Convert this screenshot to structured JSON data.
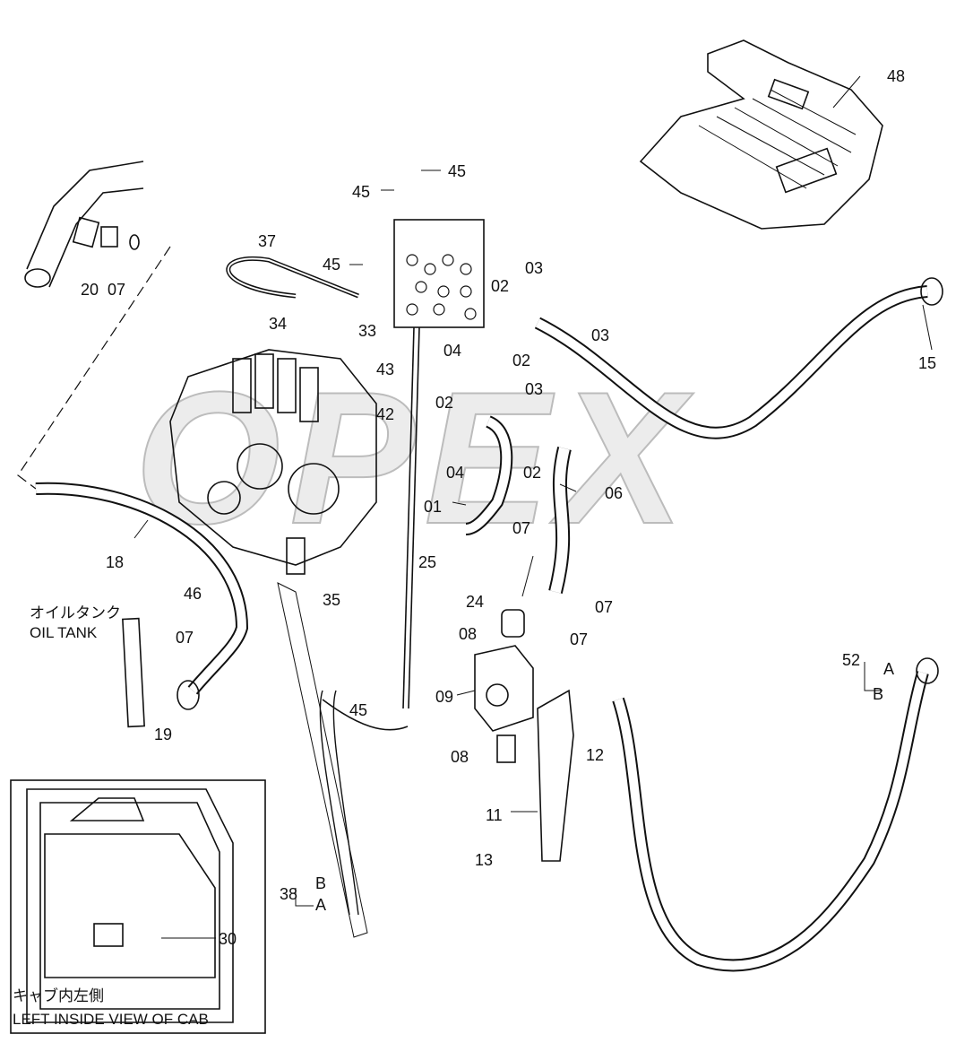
{
  "watermark": "OPEX",
  "labels": {
    "p48": "48",
    "p45a": "45",
    "p45b": "45",
    "p45c": "45",
    "p45d": "45",
    "p37": "37",
    "p20": "20",
    "p07a": "07",
    "p02a": "02",
    "p03a": "03",
    "p34": "34",
    "p33": "33",
    "p04a": "04",
    "p03b": "03",
    "p02b": "02",
    "p15": "15",
    "p43": "43",
    "p02c": "02",
    "p03c": "03",
    "p42": "42",
    "p04b": "04",
    "p02d": "02",
    "p06": "06",
    "p01": "01",
    "p18": "18",
    "p25": "25",
    "p07b": "07",
    "p24": "24",
    "p35": "35",
    "p46": "46",
    "p07c": "07",
    "p08a": "08",
    "p07d": "07",
    "p07e": "07",
    "p09": "09",
    "p08b": "08",
    "p12": "12",
    "p52": "52",
    "p52A": "A",
    "p52B": "B",
    "p19": "19",
    "p11": "11",
    "p13": "13",
    "p38": "38",
    "p38B": "B",
    "p38A": "A",
    "p30": "30"
  },
  "notes": {
    "oil_tank_jp": "オイルタンク",
    "oil_tank_en": "OIL TANK",
    "cab_jp": "キャブ内左側",
    "cab_en": "LEFT INSIDE VIEW OF CAB"
  }
}
